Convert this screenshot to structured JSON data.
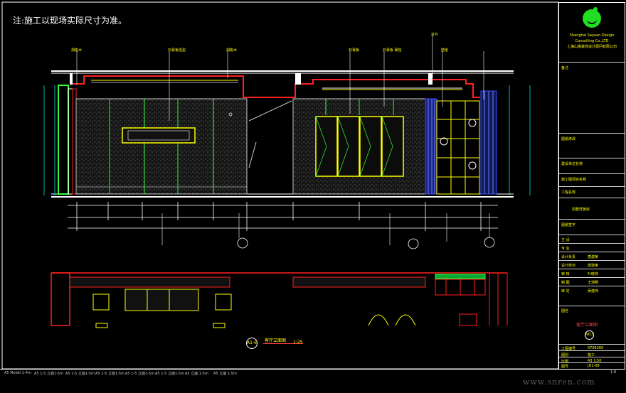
{
  "note": "注:施工以现场实际尺寸为准。",
  "title_block": {
    "company_en": "Shanghai Sayuan Design Consulting Co.,LTD",
    "company_cn": "上海山缘装饰设计顾问有限公司",
    "rows": [
      {
        "label": "备注"
      },
      {
        "label": "图纸修改"
      },
      {
        "label": "建设单位名称"
      },
      {
        "label": "施工图项目名称"
      },
      {
        "label": "工程名称"
      },
      {
        "label": "别墅样板房"
      },
      {
        "label": "图纸签字"
      }
    ],
    "signatures": [
      {
        "label": "主 设",
        "value": ""
      },
      {
        "label": "专 业",
        "value": ""
      },
      {
        "label": "设计负责",
        "value": "唐建荣"
      },
      {
        "label": "设计校对",
        "value": "唐建荣"
      },
      {
        "label": "审 核",
        "value": "叶晓伟"
      },
      {
        "label": "制 图",
        "value": "王涛明"
      },
      {
        "label": "审 定",
        "value": "吴建伟"
      }
    ],
    "sheet_label": "图名",
    "sheet_title": "客厅立面图",
    "sheet_index": "NO.5",
    "footer": [
      {
        "label": "工程编号",
        "value": "0706260"
      },
      {
        "label": "图别",
        "value": "施工"
      },
      {
        "label": "比例",
        "value": "A3 1:50"
      },
      {
        "label": "图号",
        "value": "JD1-08"
      }
    ]
  },
  "elevation_caption": {
    "symbol": "A1-6",
    "title": "客厅立面图",
    "scale": "1:25"
  },
  "layer_tabs": [
    "A5 Model 1-4m",
    "A5 1-5 立面1-5m",
    "A5 1-5 立面1-5m",
    "A5 1-5 立面1-5m",
    "A5 1-5 立面1-5m",
    "A5 1-5 立面1-5m",
    "A5 立面 1-5m",
    "A5 立面 1-5m"
  ],
  "pager": "1-8",
  "watermark": "www.snren.com",
  "tags": [
    "胡桃木",
    "石膏板造型",
    "胡桃木",
    "石膏板",
    "石膏板 硬包",
    "壁纸",
    "灯片"
  ],
  "colors": {
    "outline": "#ffffff",
    "accent_red": "#ff2020",
    "panel_green": "#33ff33",
    "text_yellow": "#ffff00",
    "dim_cyan": "#00e5e5",
    "glass_blue": "#3a4bff"
  }
}
